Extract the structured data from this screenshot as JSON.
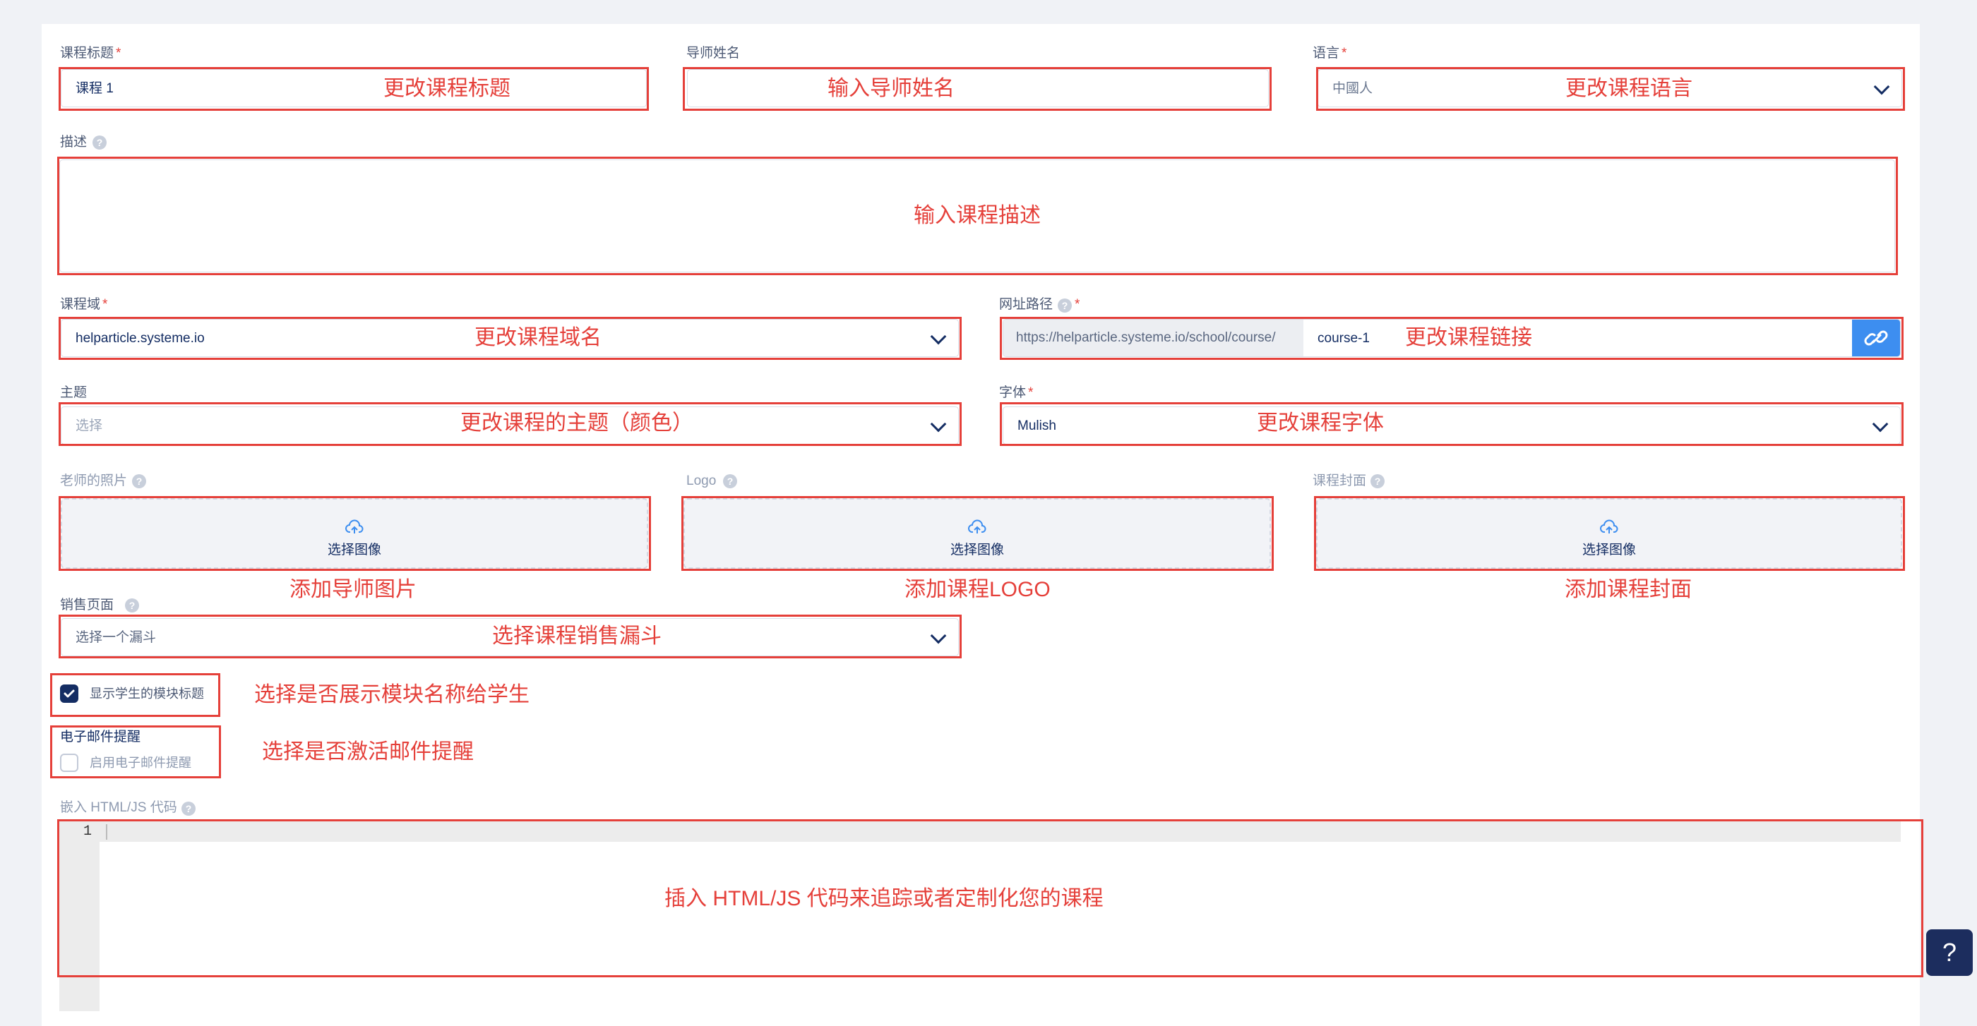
{
  "form": {
    "course_title": {
      "label": "课程标题",
      "value": "课程 1"
    },
    "instructor_name": {
      "label": "导师姓名",
      "value": ""
    },
    "language": {
      "label": "语言",
      "value": "中國人"
    },
    "description": {
      "label": "描述"
    },
    "course_domain": {
      "label": "课程域",
      "value": "helparticle.systeme.io"
    },
    "url_path": {
      "label": "网址路径",
      "prefix": "https://helparticle.systeme.io/school/course/",
      "slug": "course-1"
    },
    "theme": {
      "label": "主题",
      "placeholder": "选择"
    },
    "font": {
      "label": "字体",
      "value": "Mulish"
    },
    "teacher_photo": {
      "label": "老师的照片",
      "button": "选择图像"
    },
    "logo": {
      "label": "Logo",
      "button": "选择图像"
    },
    "course_cover": {
      "label": "课程封面",
      "button": "选择图像"
    },
    "sales_page": {
      "label": "销售页面",
      "placeholder": "选择一个漏斗"
    },
    "show_module_titles": {
      "label": "显示学生的模块标题",
      "checked": true
    },
    "email_reminder": {
      "label": "电子邮件提醒",
      "checkbox_label": "启用电子邮件提醒",
      "checked": false
    },
    "embed_code": {
      "label": "嵌入 HTML/JS 代码",
      "line_number": "1"
    },
    "required_mark": "*",
    "help_mark": "?"
  },
  "annotations": {
    "title": "更改课程标题",
    "instructor": "输入导师姓名",
    "language": "更改课程语言",
    "description": "输入课程描述",
    "domain": "更改课程域名",
    "link": "更改课程链接",
    "theme": "更改课程的主题（颜色）",
    "font": "更改课程字体",
    "teacher_photo": "添加导师图片",
    "logo": "添加课程LOGO",
    "cover": "添加课程封面",
    "funnel": "选择课程销售漏斗",
    "module_titles": "选择是否展示模块名称给学生",
    "email": "选择是否激活邮件提醒",
    "code": "插入 HTML/JS 代码来追踪或者定制化您的课程"
  },
  "help_button": "?",
  "colors": {
    "annotation": "#e5403a",
    "link_button": "#3d8ef0",
    "navy": "#142d63",
    "help_button": "#1c2d5e"
  }
}
